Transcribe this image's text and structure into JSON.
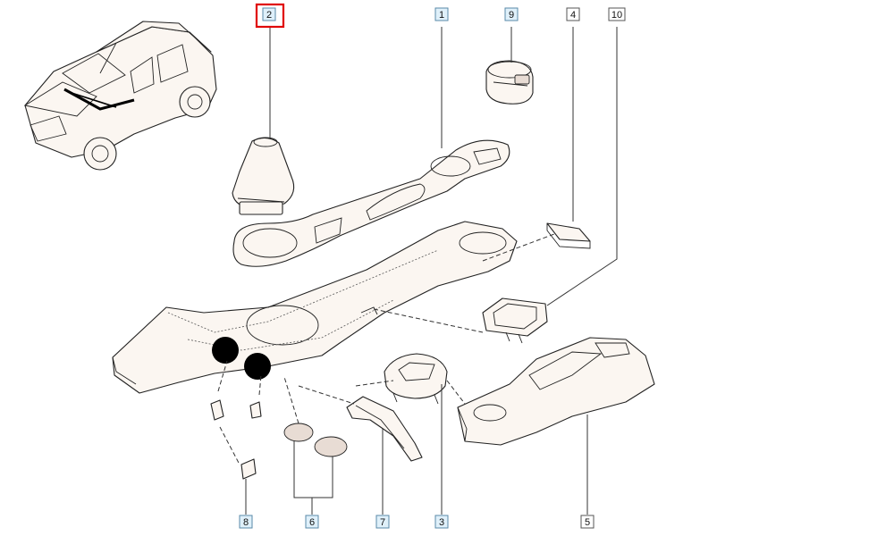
{
  "callouts": [
    {
      "id": "2",
      "label": "2",
      "highlighted": true
    },
    {
      "id": "1",
      "label": "1",
      "highlighted": false
    },
    {
      "id": "9",
      "label": "9",
      "highlighted": false
    },
    {
      "id": "4",
      "label": "4",
      "highlighted": false
    },
    {
      "id": "10",
      "label": "10",
      "highlighted": false
    },
    {
      "id": "8",
      "label": "8",
      "highlighted": false
    },
    {
      "id": "6",
      "label": "6",
      "highlighted": false
    },
    {
      "id": "7",
      "label": "7",
      "highlighted": false
    },
    {
      "id": "3",
      "label": "3",
      "highlighted": false
    },
    {
      "id": "5",
      "label": "5",
      "highlighted": false
    }
  ],
  "colors": {
    "highlight": "#e00000",
    "label_fill": "#dff0fa",
    "label_stroke": "#5a8aa8",
    "line": "#222222",
    "part_fill": "#fbf6f1"
  }
}
